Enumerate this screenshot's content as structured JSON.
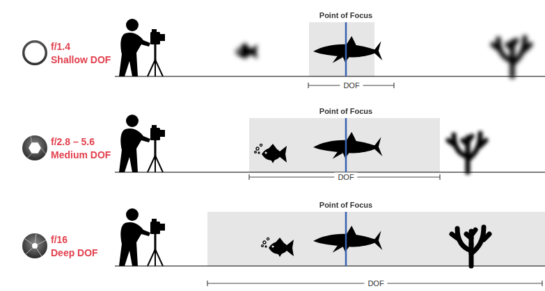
{
  "diagram": {
    "nodes": [
      {
        "text": [
          "Point of Focus"
        ]
      },
      {
        "text": [
          "Point of Focus"
        ]
      },
      {
        "text": [
          "Point of Focus"
        ]
      }
    ],
    "labels": [
      "f/1.4",
      "Shallow DOF",
      "DOF",
      "f/2.8 – 5.6",
      "Medium DOF",
      "DOF",
      "f/16",
      "Deep DOF",
      "DOF"
    ]
  }
}
